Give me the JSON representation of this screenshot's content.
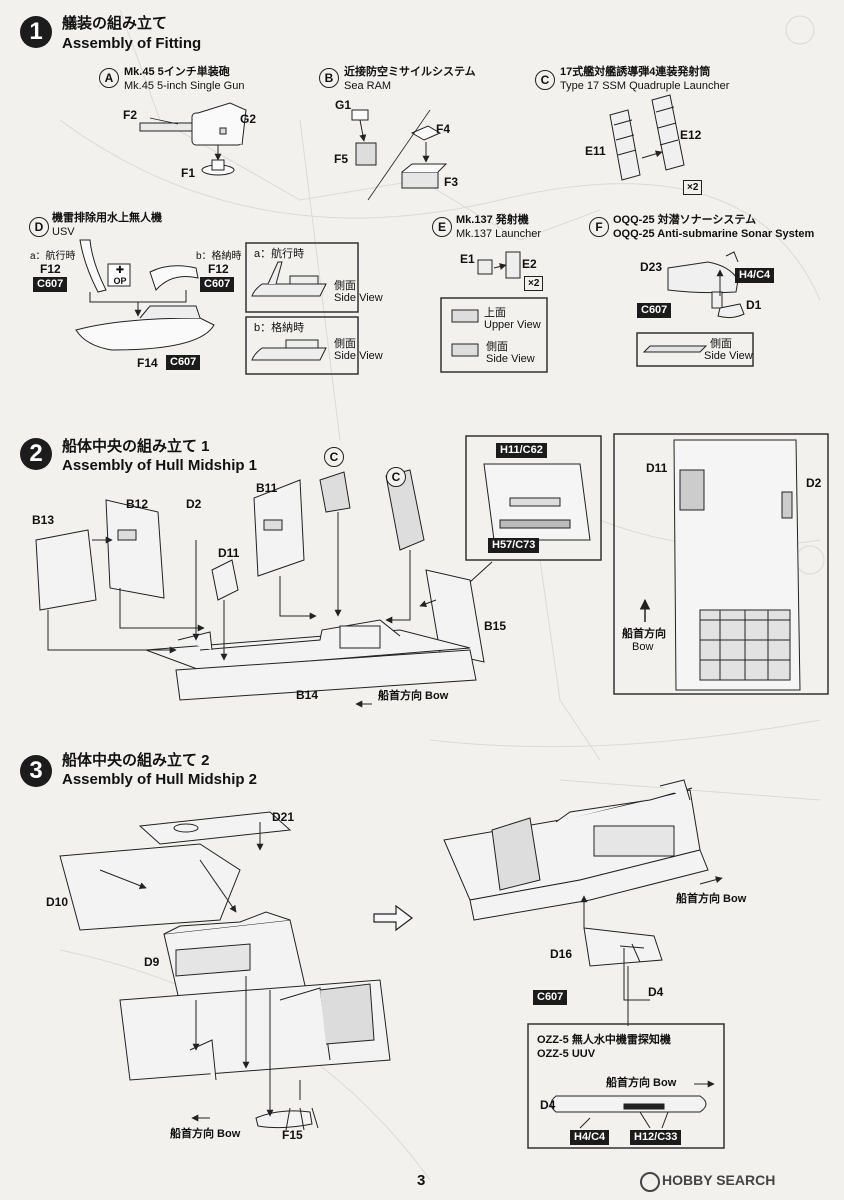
{
  "step1": {
    "number": "1",
    "title_jp": "艤装の組み立て",
    "title_en": "Assembly of Fitting",
    "A": {
      "letter": "A",
      "jp": "Mk.45 5インチ単装砲",
      "en": "Mk.45 5-inch Single Gun",
      "parts": [
        "F2",
        "G2",
        "F1"
      ]
    },
    "B": {
      "letter": "B",
      "jp": "近接防空ミサイルシステム",
      "en": "Sea RAM",
      "parts": [
        "G1",
        "F4",
        "F5",
        "F3"
      ]
    },
    "C": {
      "letter": "C",
      "jp": "17式艦対艦誘導弾4連装発射筒",
      "en": "Type 17 SSM Quadruple Launcher",
      "parts": [
        "E11",
        "E12"
      ],
      "multiplier": "×2"
    },
    "D": {
      "letter": "D",
      "jp": "機雷排除用水上無人機",
      "en": "USV",
      "cruise": "a：航行時",
      "stowed": "b：格納時",
      "f12": "F12",
      "c607": "C607",
      "op": "OP",
      "f14": "F14",
      "box_a": "a：航行時",
      "box_b": "b：格納時",
      "side_jp": "側面",
      "side_en": "Side View"
    },
    "E": {
      "letter": "E",
      "jp": "Mk.137 発射機",
      "en": "Mk.137 Launcher",
      "parts": [
        "E1",
        "E2"
      ],
      "multiplier": "×2",
      "upper_jp": "上面",
      "upper_en": "Upper View",
      "side_jp": "側面",
      "side_en": "Side View"
    },
    "F": {
      "letter": "F",
      "jp": "OQQ-25 対潜ソナーシステム",
      "en": "OQQ-25 Anti-submarine Sonar System",
      "d23": "D23",
      "h4c4": "H4/C4",
      "d1": "D1",
      "c607": "C607",
      "side_jp": "側面",
      "side_en": "Side View"
    }
  },
  "step2": {
    "number": "2",
    "title_jp": "船体中央の組み立て 1",
    "title_en": "Assembly of Hull Midship 1",
    "parts": {
      "b13": "B13",
      "b12": "B12",
      "d2": "D2",
      "b11": "B11",
      "d11": "D11",
      "b15": "B15",
      "b14": "B14"
    },
    "c_ref": "C",
    "bow": "船首方向 Bow",
    "detail": {
      "h11": "H11/C62",
      "h57": "H57/C73"
    },
    "inset": {
      "d11": "D11",
      "d2": "D2",
      "bow_jp": "船首方向",
      "bow_en": "Bow"
    }
  },
  "step3": {
    "number": "3",
    "title_jp": "船体中央の組み立て 2",
    "title_en": "Assembly of Hull Midship 2",
    "parts": {
      "d21": "D21",
      "d10": "D10",
      "d9": "D9",
      "f15": "F15",
      "d16": "D16",
      "d4": "D4",
      "c607": "C607"
    },
    "bow_left": "船首方向 Bow",
    "bow_right": "船首方向 Bow",
    "uuv": {
      "jp": "OZZ-5 無人水中機雷探知機",
      "en": "OZZ-5 UUV",
      "bow": "船首方向 Bow",
      "d4": "D4",
      "h4c4": "H4/C4",
      "h12": "H12/C33"
    }
  },
  "footer": {
    "page": "3",
    "watermark": "HOBBY SEARCH"
  }
}
